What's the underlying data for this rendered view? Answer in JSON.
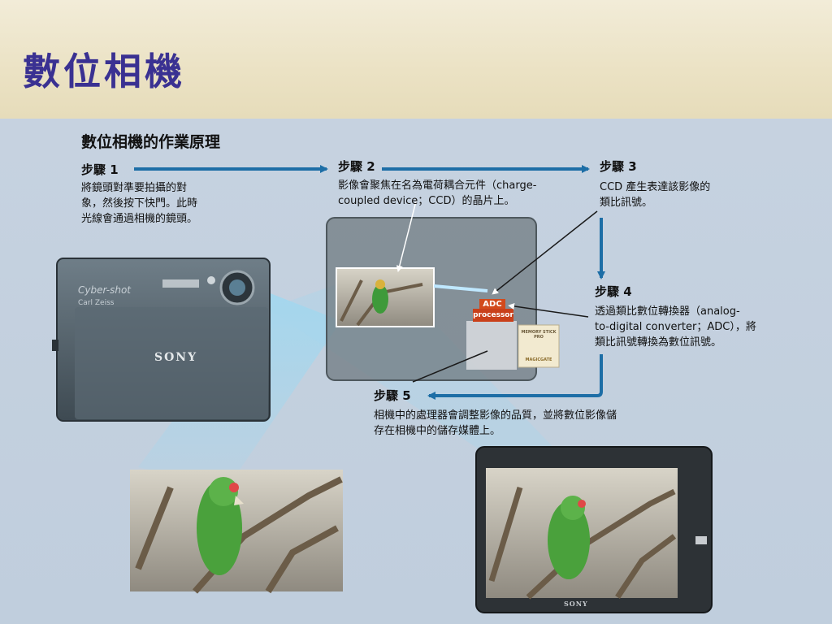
{
  "slide": {
    "title": "數位相機"
  },
  "diagram": {
    "title": "數位相機的作業原理",
    "steps": [
      {
        "title": "步驟 1",
        "lines": [
          "將鏡頭對準要拍攝的對",
          "象，然後按下快門。此時",
          "光線會通過相機的鏡頭。"
        ]
      },
      {
        "title": "步驟 2",
        "lines": [
          "影像會聚焦在名為電荷耦合元件（charge-",
          "coupled device；CCD）的晶片上。"
        ]
      },
      {
        "title": "步驟 3",
        "lines": [
          "CCD 產生表達該影像的",
          "類比訊號。"
        ]
      },
      {
        "title": "步驟 4",
        "lines": [
          "透過類比數位轉換器（analog-",
          "to-digital converter；ADC），將",
          "類比訊號轉換為數位訊號。"
        ]
      },
      {
        "title": "步驟 5",
        "lines": [
          "相機中的處理器會調整影像的品質，並將數位影像儲",
          "存在相機中的儲存媒體上。"
        ]
      }
    ],
    "chip_labels": {
      "adc": "ADC",
      "processor": "processor"
    },
    "memory_card": {
      "top": "MEMORY STICK PRO",
      "bottom": "MAGICGATE"
    },
    "camera_front": {
      "brand": "SONY",
      "model": "Cyber-shot",
      "lens": "Carl Zeiss"
    },
    "camera_back": {
      "brand": "SONY"
    }
  },
  "colors": {
    "title": "#3a3192",
    "arrow": "#1d6ea6",
    "panel": "#c4d0df"
  }
}
